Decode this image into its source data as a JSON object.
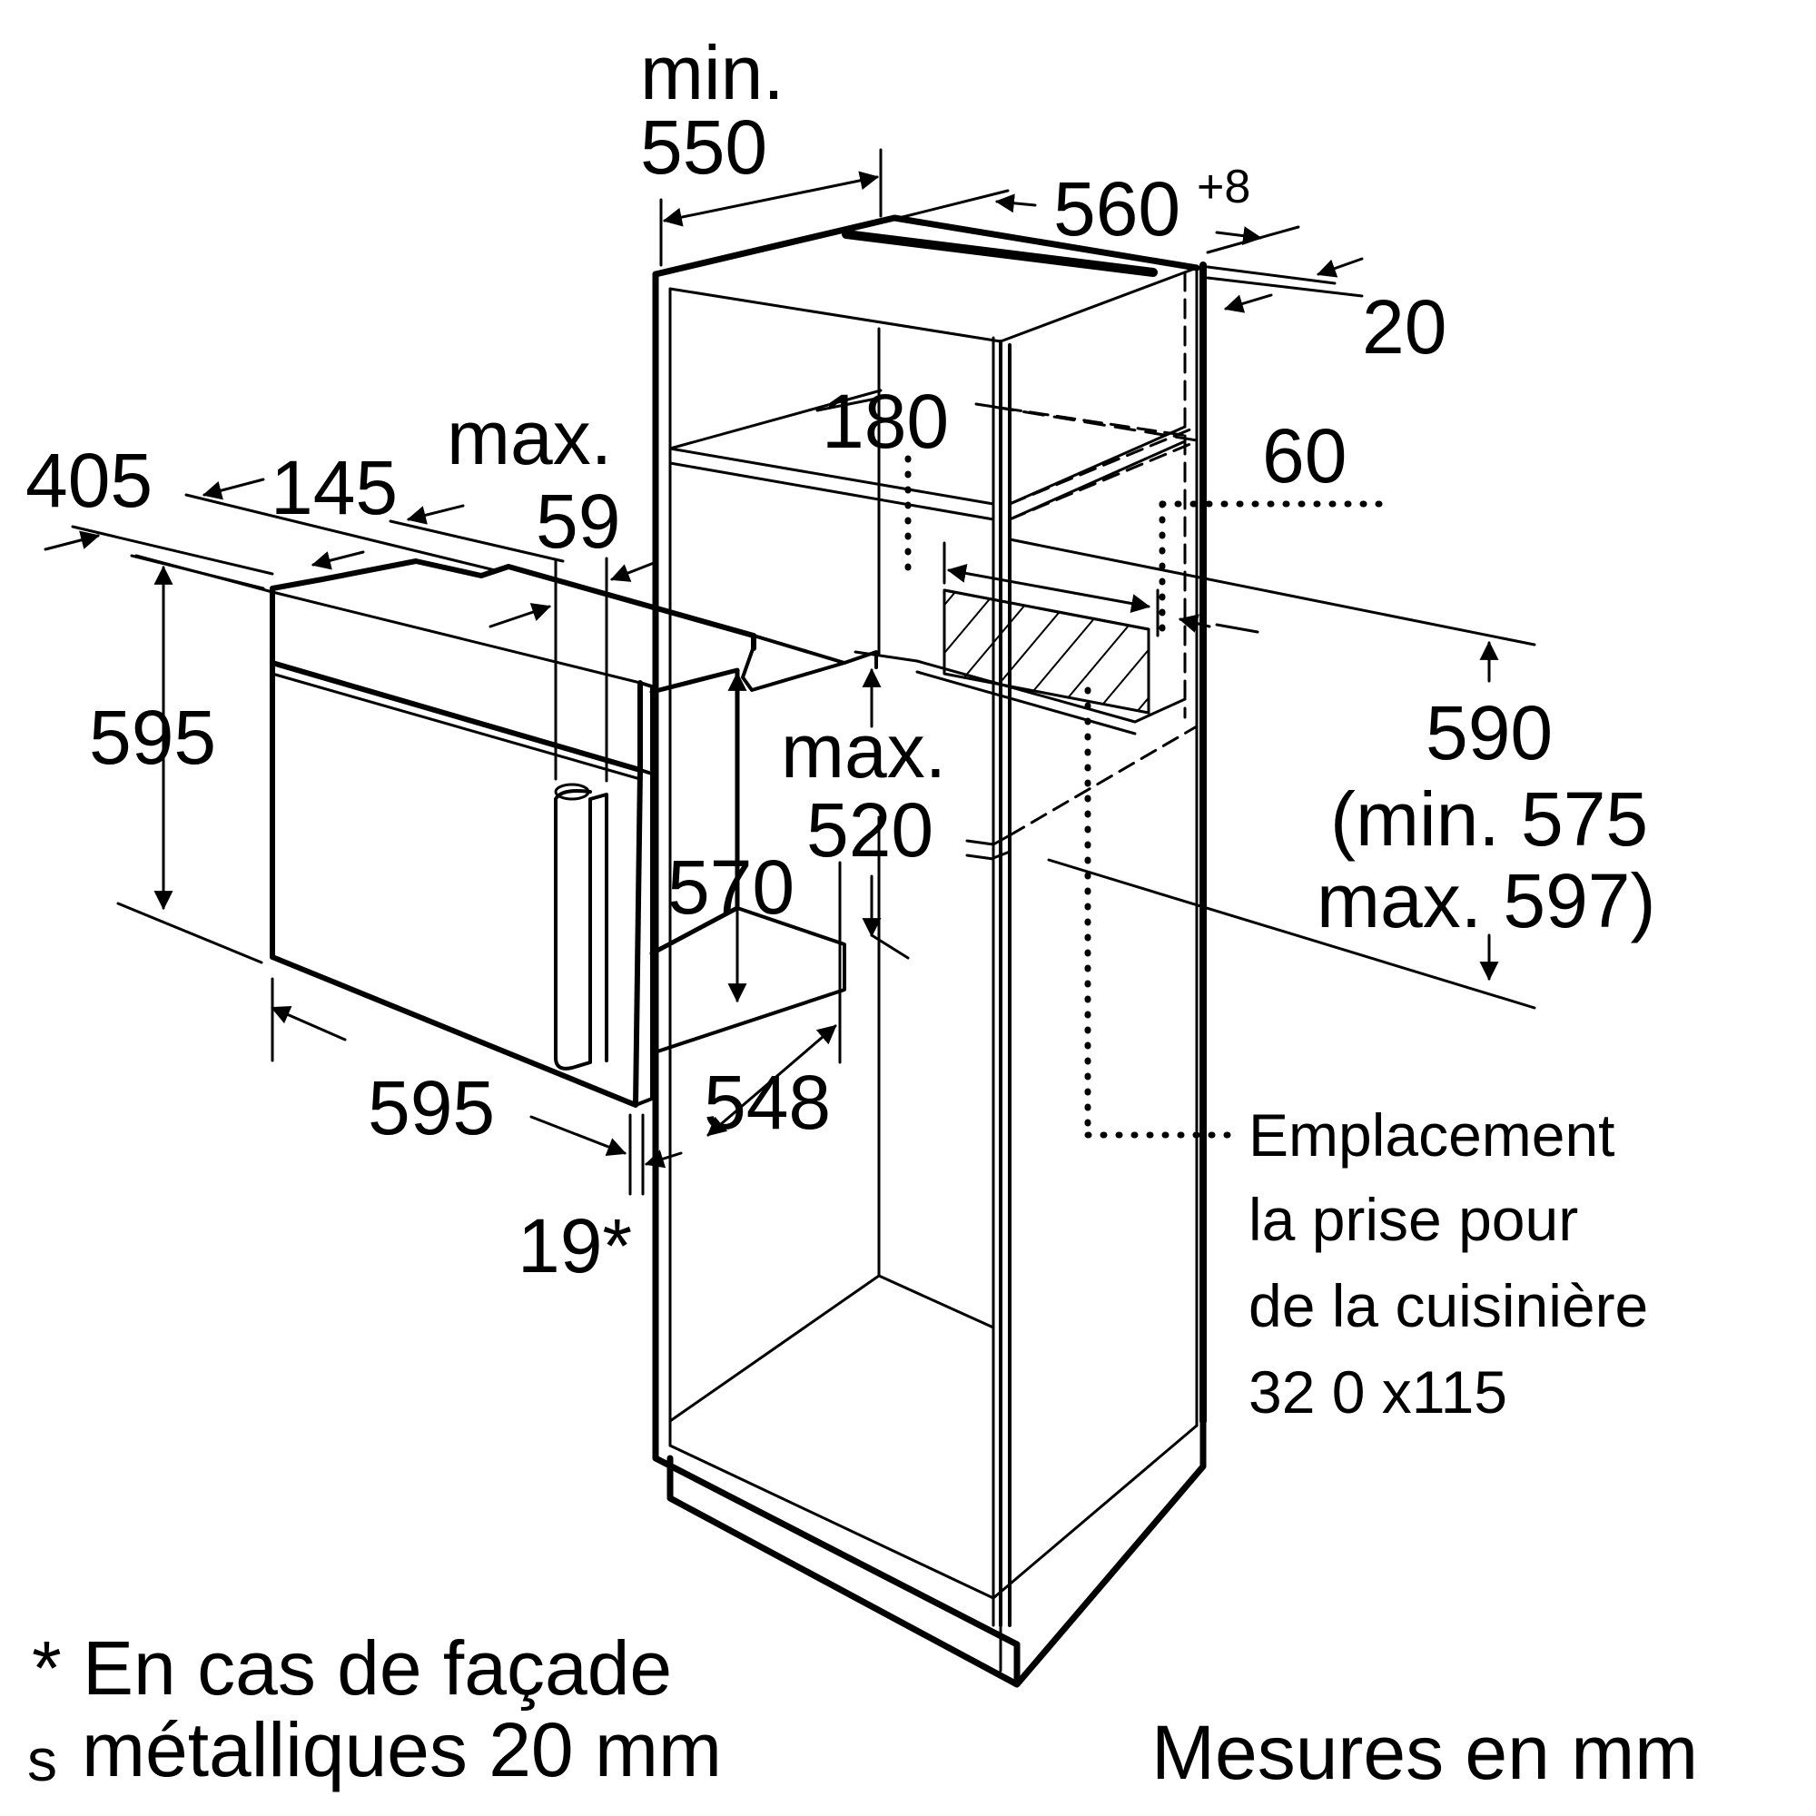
{
  "labels": {
    "min550_a": "min.",
    "min550_b": "550",
    "d560": "560",
    "d560_tol": "+8",
    "d20": "20",
    "d180": "180",
    "d60": "60",
    "max59_a": "max.",
    "max59_b": "59",
    "d405": "405",
    "d145": "145",
    "d595_h": "595",
    "max520_a": "max.",
    "max520_b": "520",
    "d570": "570",
    "d590": "590",
    "d590_min": "(min. 575",
    "d590_max": "max. 597)",
    "d595_w": "595",
    "d548": "548",
    "d19": "19*"
  },
  "socket_note": [
    "Emplacement",
    "la prise pour",
    "de la cuisinière",
    "32 0 x115"
  ],
  "footnote": [
    "* En cas de façade",
    "métalliques 20 mm"
  ],
  "footnote_prefix": "s",
  "units_note": "Mesures en mm"
}
